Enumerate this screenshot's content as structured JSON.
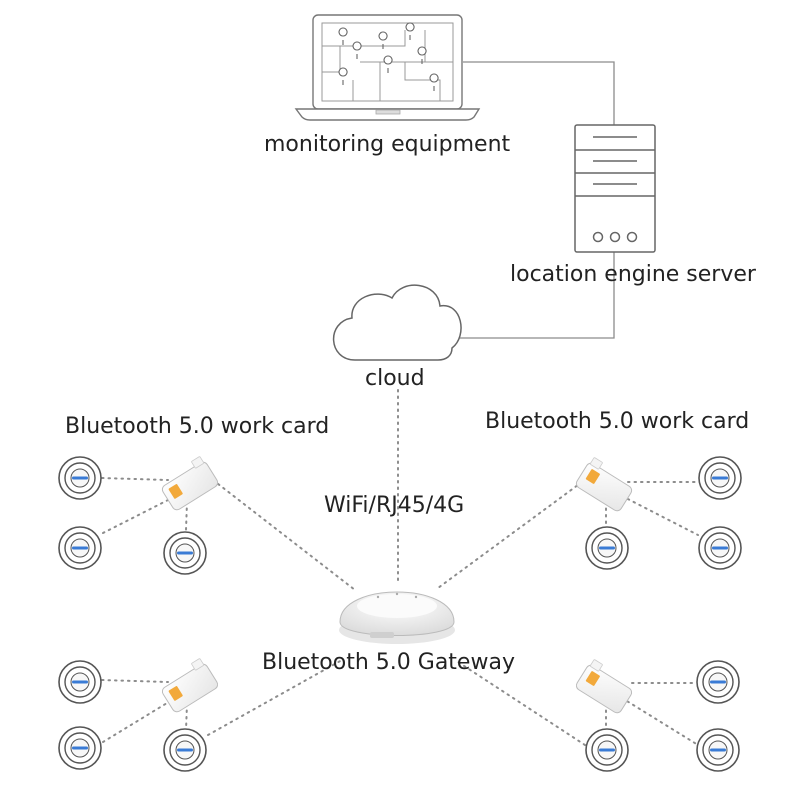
{
  "labels": {
    "monitoring": "monitoring equipment",
    "server": "location engine server",
    "cloud": "cloud",
    "network": "WiFi/RJ45/4G",
    "gateway": "Bluetooth 5.0 Gateway",
    "card_left": "Bluetooth 5.0 work card",
    "card_right": "Bluetooth 5.0 work card"
  },
  "icons": {
    "laptop": "laptop-map-icon",
    "server": "server-icon",
    "cloud": "cloud-icon",
    "gateway": "gateway-icon",
    "work_card": "work-card-icon",
    "beacon": "beacon-tag-icon"
  },
  "colors": {
    "line": "#8c8c8c",
    "text": "#222222",
    "card_accent": "#f2a93b",
    "beacon_ring": "#555555",
    "beacon_badge": "#3a7bd5"
  }
}
